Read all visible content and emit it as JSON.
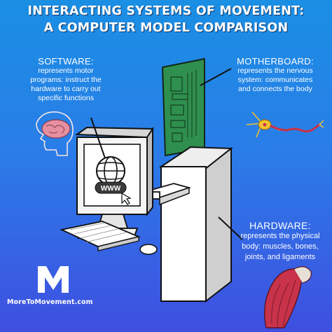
{
  "title": {
    "line1": "INTERACTING SYSTEMS OF MOVEMENT:",
    "line2": "A COMPUTER MODEL COMPARISON"
  },
  "software": {
    "heading": "SOFTWARE:",
    "lines": [
      "represents motor",
      "programs: instruct the",
      "hardware to carry out",
      "specific functions"
    ]
  },
  "motherboard": {
    "heading": "MOTHERBOARD:",
    "lines": [
      "represents the nervous",
      "system: communicates",
      "and connects the body"
    ]
  },
  "hardware": {
    "heading": "HARDWARE:",
    "lines": [
      "represents the physical",
      "body: muscles, bones,",
      "joints, and ligaments"
    ]
  },
  "monitor_screen_text": "WWW",
  "brand": {
    "url": "MoreToMovement.com"
  },
  "colors": {
    "background_top": "#1a8fe3",
    "background_bottom": "#3f4fe0",
    "motherboard_green": "#2f8f4e",
    "neuron_yellow": "#f2c230",
    "muscle_red": "#c8334a",
    "brain_pink": "#e58fa0"
  },
  "icons": [
    "brain-icon",
    "globe-icon",
    "neuron-icon",
    "muscle-icon",
    "cursor-icon",
    "m-logo-icon"
  ]
}
